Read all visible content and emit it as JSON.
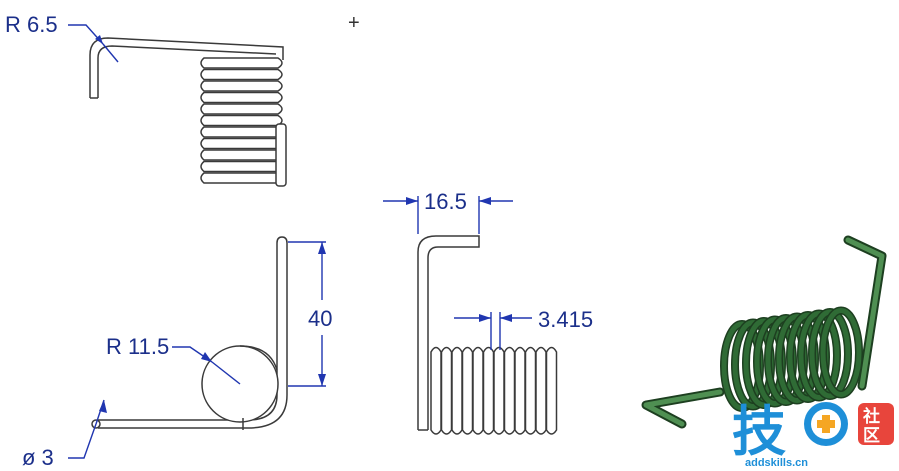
{
  "dimensions": {
    "top_radius": "R 6.5",
    "bend_radius": "R 11.5",
    "wire_diameter": "ø 3",
    "leg_height": "40",
    "leg_offset": "16.5",
    "coil_pitch": "3.415"
  },
  "cursor_symbol": "+",
  "watermark": {
    "main_glyph": "技",
    "badge_text": "社区",
    "site": "addskills.cn",
    "colors": {
      "blue": "#1e8fd8",
      "orange": "#f5a623",
      "red": "#e8453c"
    }
  },
  "colors": {
    "dimension": "#2036b0",
    "outline": "#3a3a3a",
    "render_green": "#2f6b35"
  }
}
